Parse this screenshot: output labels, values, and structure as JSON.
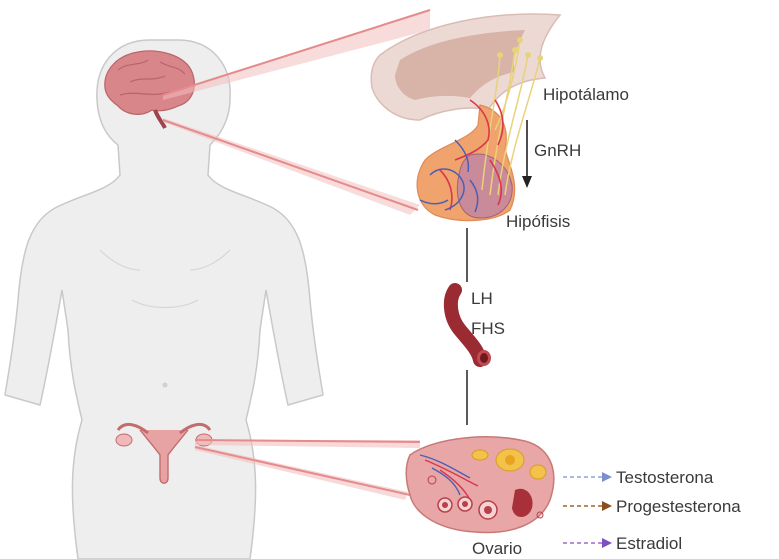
{
  "labels": {
    "hypothalamus": "Hipotálamo",
    "gnrh": "GnRH",
    "pituitary": "Hipófisis",
    "lh": "LH",
    "fhs": "FHS",
    "ovary": "Ovario"
  },
  "legend": [
    {
      "label": "Testosterona",
      "color": "#8fa3d9",
      "arrow": "#7b8fd0"
    },
    {
      "label": "Progestesterona",
      "color": "#a0642a",
      "arrow": "#8a4e1c"
    },
    {
      "label": "Estradiol",
      "color": "#9b6ad0",
      "arrow": "#7d4fc0"
    }
  ],
  "colors": {
    "body": "#eeeeee",
    "body_outline": "#c9c9c9",
    "brain": "#d9868a",
    "connector": "#e58b8b",
    "vessel": "#9a2b32",
    "ovary": "#e9a6a6"
  }
}
